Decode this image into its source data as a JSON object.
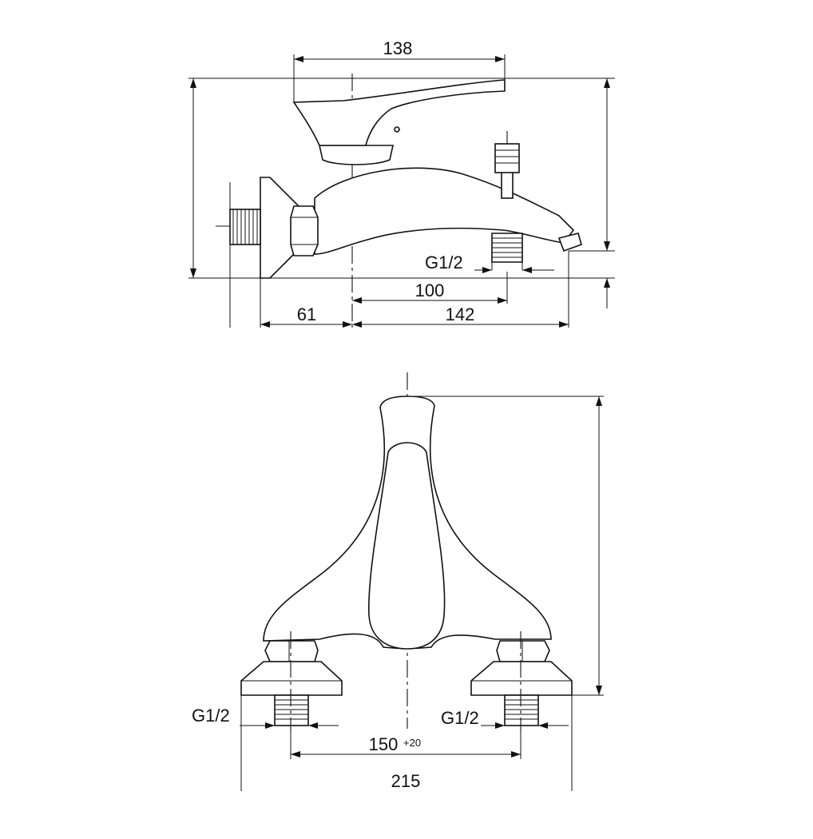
{
  "side_view": {
    "dim_top_width": "138",
    "dim_thread_label": "G1/2",
    "dim_outlet_offset": "100",
    "dim_wall_to_axis": "61",
    "dim_axis_to_spout": "142"
  },
  "front_view": {
    "thread_left_label": "G1/2",
    "thread_right_label": "G1/2",
    "dim_connection_spacing": "150",
    "dim_connection_tolerance": "+20",
    "dim_overall_width": "215"
  }
}
